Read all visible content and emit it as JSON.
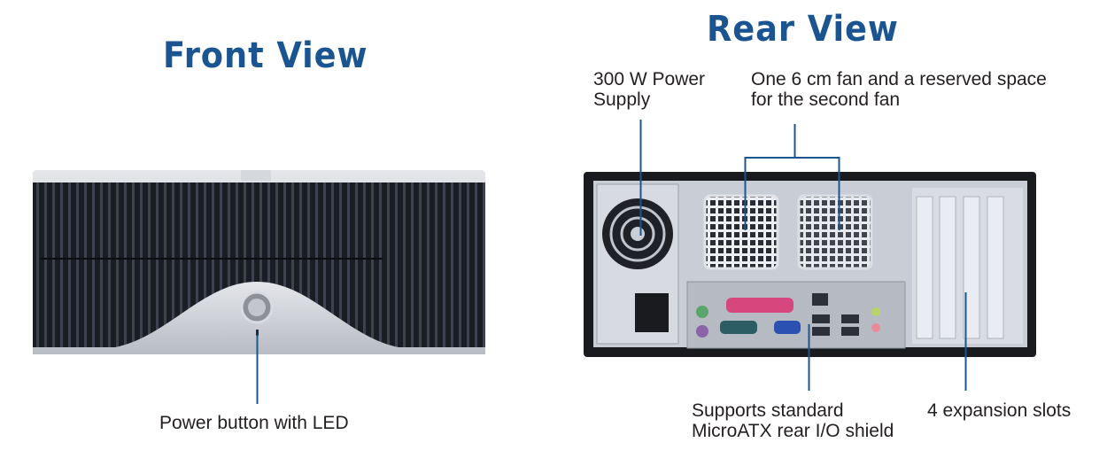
{
  "front": {
    "title": "Front View",
    "callouts": {
      "power_button": "Power button with LED"
    }
  },
  "rear": {
    "title": "Rear View",
    "callouts": {
      "psu_line1": "300 W Power",
      "psu_line2": "Supply",
      "fan_line1": "One 6 cm fan and a reserved space",
      "fan_line2": "for the second fan",
      "io_line1": "Supports standard",
      "io_line2": "MicroATX rear I/O shield",
      "slots": "4 expansion slots"
    }
  },
  "colors": {
    "title": "#1b5591",
    "callout_line": "#1b5591",
    "text": "#231f20"
  }
}
